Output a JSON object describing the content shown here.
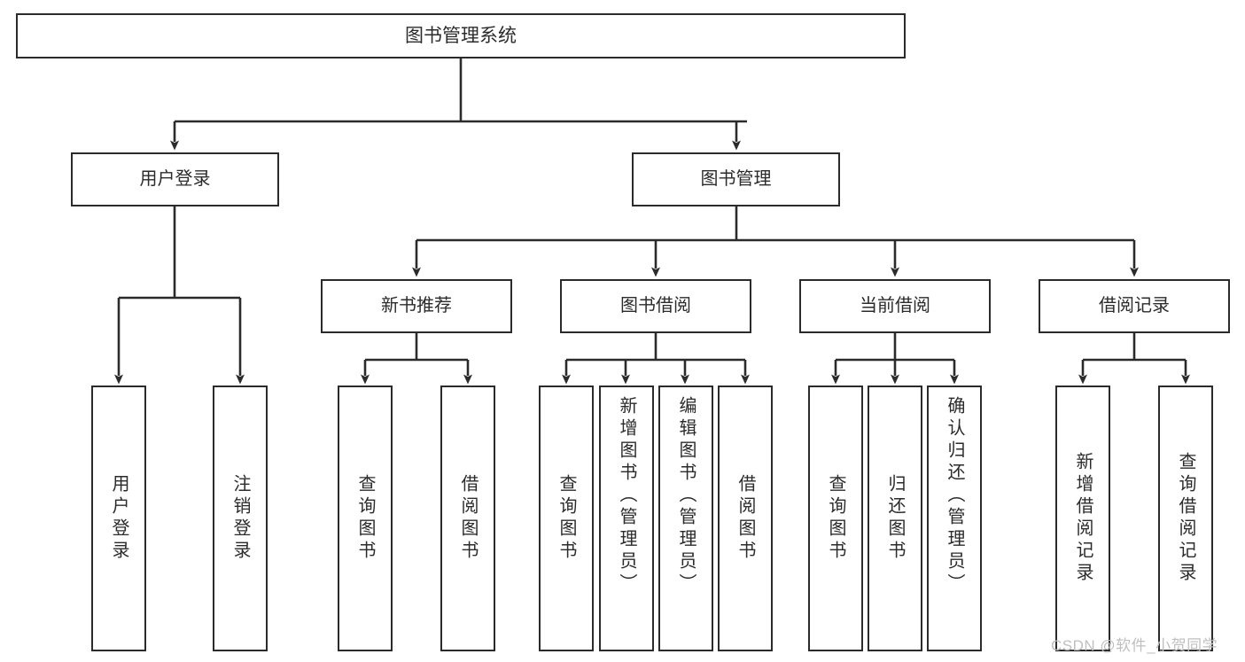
{
  "diagram": {
    "type": "tree-hierarchy",
    "title": "图书管理系统",
    "root": {
      "label": "图书管理系统"
    },
    "level2": [
      {
        "label": "用户登录"
      },
      {
        "label": "图书管理"
      }
    ],
    "level3": [
      {
        "label": "新书推荐"
      },
      {
        "label": "图书借阅"
      },
      {
        "label": "当前借阅"
      },
      {
        "label": "借阅记录"
      }
    ],
    "leaves": {
      "user_login": [
        {
          "label": "用户登录"
        },
        {
          "label": "注销登录"
        }
      ],
      "new_book_recommend": [
        {
          "label": "查询图书"
        },
        {
          "label": "借阅图书"
        }
      ],
      "book_borrow": [
        {
          "label": "查询图书"
        },
        {
          "label": "新增图书（管理员）"
        },
        {
          "label": "编辑图书（管理员）"
        },
        {
          "label": "借阅图书"
        }
      ],
      "current_borrow": [
        {
          "label": "查询图书"
        },
        {
          "label": "归还图书"
        },
        {
          "label": "确认归还（管理员）"
        }
      ],
      "borrow_record": [
        {
          "label": "新增借阅记录"
        },
        {
          "label": "查询借阅记录"
        }
      ]
    }
  },
  "watermark": {
    "text": "CSDN @软件_小贺同学"
  },
  "colors": {
    "stroke": "#2b2b2b",
    "fill": "#ffffff",
    "text": "#2b2b2b",
    "watermark": "#bfbfbf"
  }
}
